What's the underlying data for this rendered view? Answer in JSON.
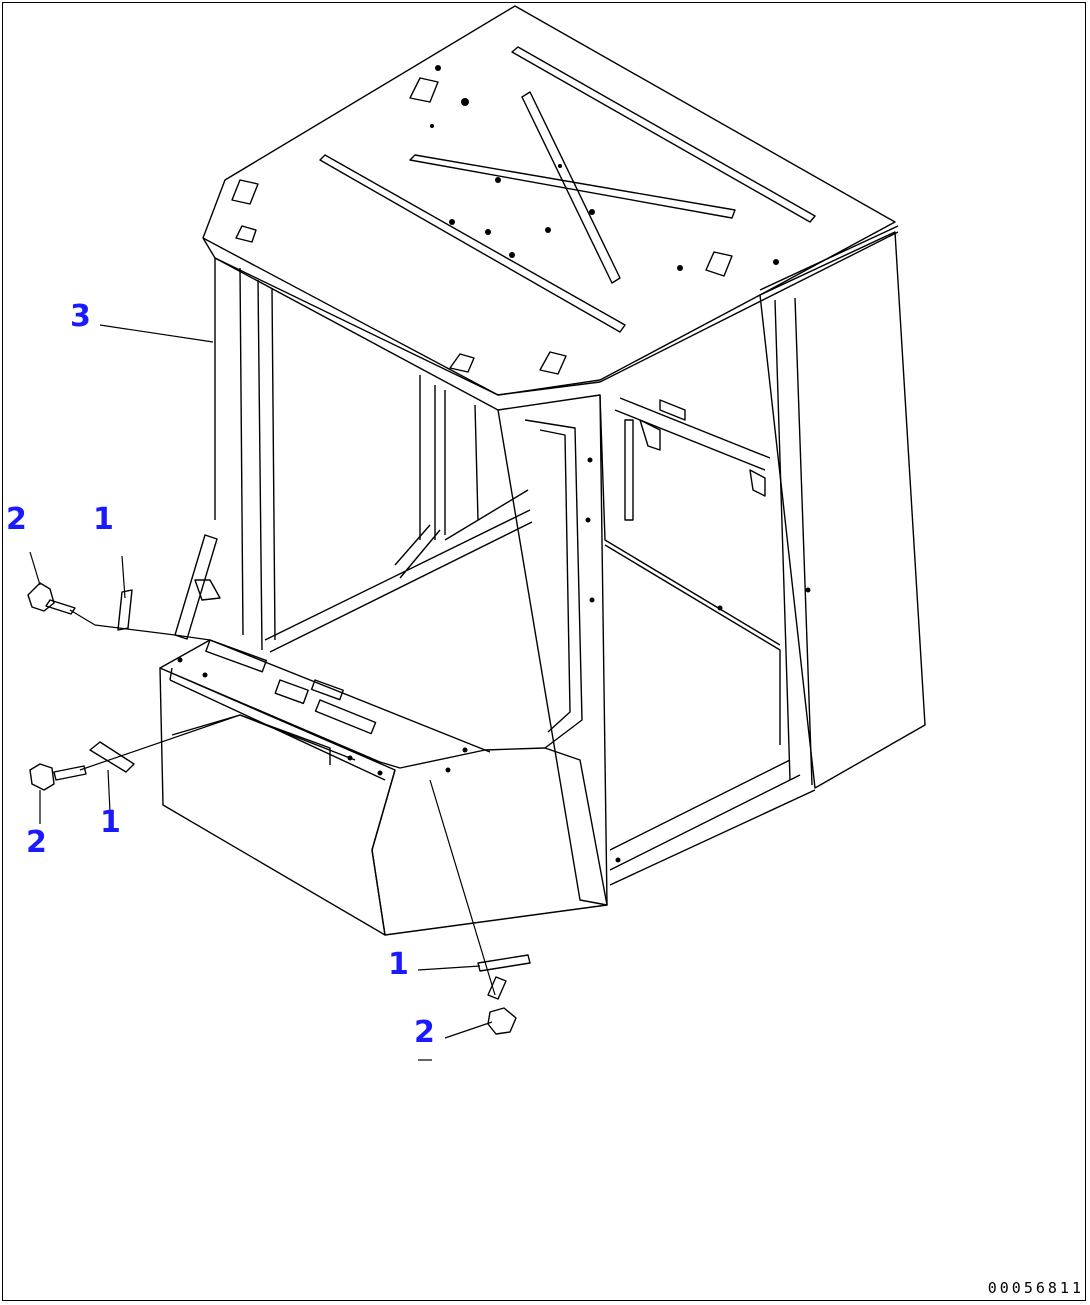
{
  "callouts": [
    {
      "id": "c3",
      "label": "3"
    },
    {
      "id": "c2a",
      "label": "2"
    },
    {
      "id": "c1a",
      "label": "1"
    },
    {
      "id": "c1b",
      "label": "1"
    },
    {
      "id": "c2b",
      "label": "2"
    },
    {
      "id": "c1c",
      "label": "1"
    },
    {
      "id": "c2c",
      "label": "2"
    }
  ],
  "drawing_id": "00056811",
  "colors": {
    "callout": "#1a1aff",
    "line": "#000000"
  }
}
